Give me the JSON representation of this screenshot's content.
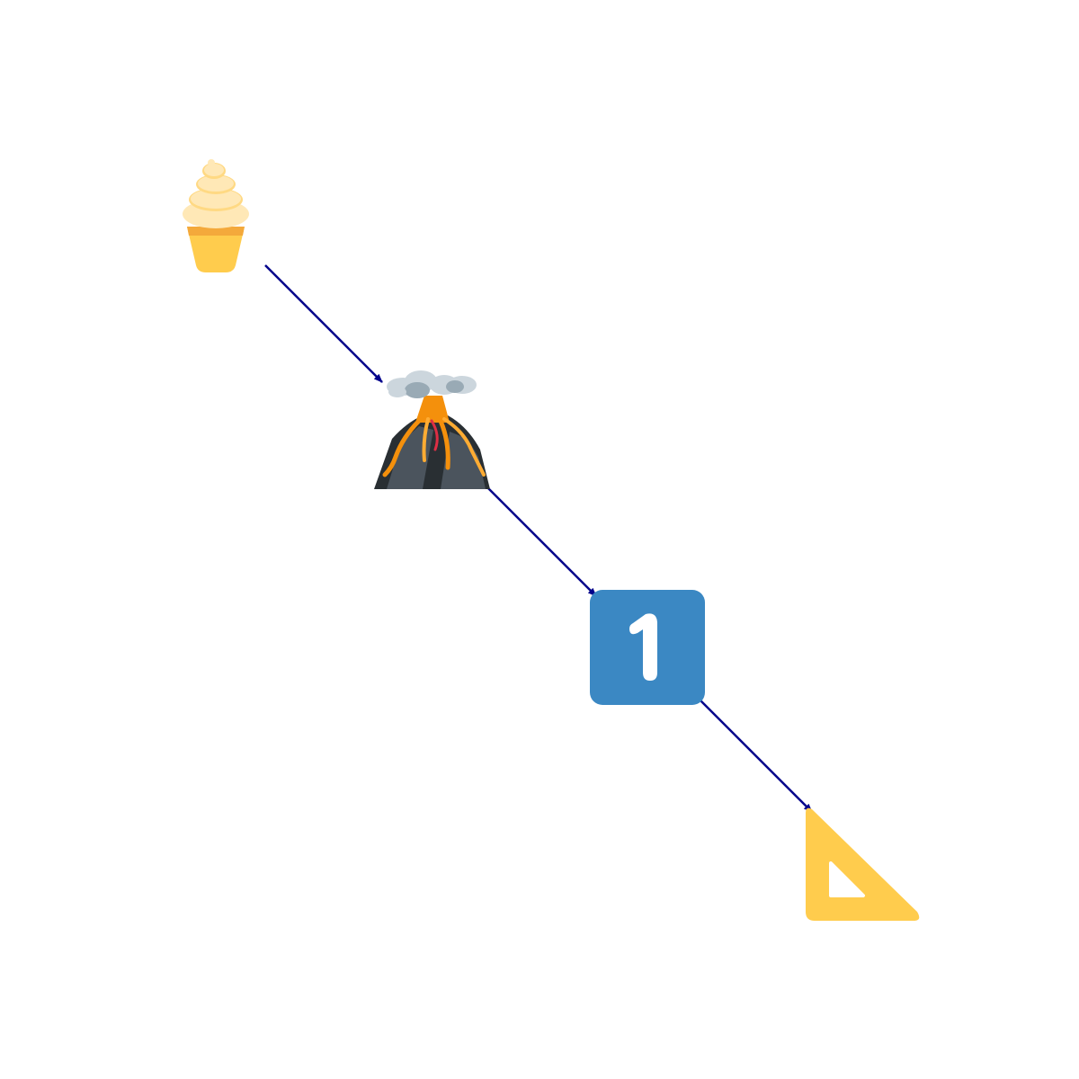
{
  "diagram": {
    "nodes": [
      {
        "id": "soft-ice-cream",
        "icon": "soft-ice-cream-icon"
      },
      {
        "id": "volcano",
        "icon": "volcano-icon"
      },
      {
        "id": "keycap-1",
        "icon": "keycap-digit-one-icon",
        "label": "1"
      },
      {
        "id": "triangular-ruler",
        "icon": "triangular-ruler-icon"
      }
    ],
    "edges": [
      {
        "from": "soft-ice-cream",
        "to": "volcano"
      },
      {
        "from": "volcano",
        "to": "keycap-1"
      },
      {
        "from": "keycap-1",
        "to": "triangular-ruler"
      }
    ],
    "colors": {
      "arrow": "#00008b",
      "keycap": "#3b88c3",
      "ruler": "#ffcc4d"
    }
  }
}
